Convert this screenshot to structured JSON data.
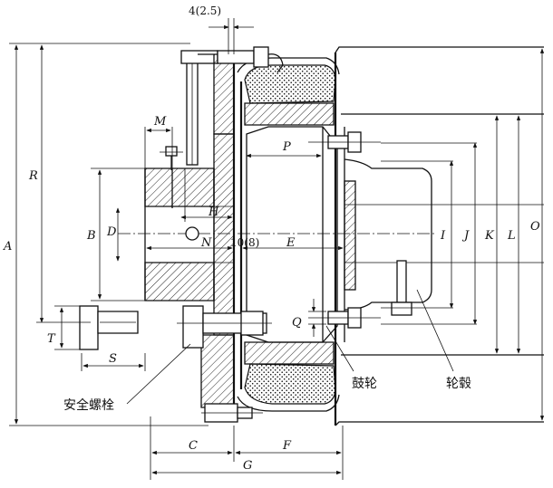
{
  "dimensions": {
    "top_clearance": "4(2.5)",
    "A": "A",
    "R": "R",
    "B": "B",
    "D": "D",
    "M": "M",
    "H": "H",
    "N": "N",
    "gap": "10(8)",
    "E": "E",
    "P": "P",
    "Q": "Q",
    "T": "T",
    "S": "S",
    "C": "C",
    "F": "F",
    "G": "G",
    "I": "I",
    "J": "J",
    "K": "K",
    "L": "L",
    "O": "O"
  },
  "labels": {
    "safety_bolt": "安全螺栓",
    "drum": "鼓轮",
    "hub": "轮毂"
  }
}
